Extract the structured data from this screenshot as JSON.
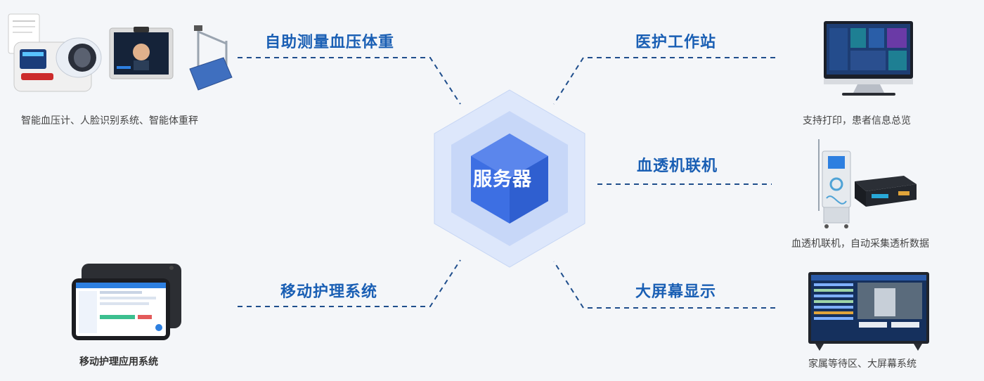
{
  "hub": {
    "label": "服务器"
  },
  "branches": {
    "bp": {
      "label": "自助测量血压体重",
      "caption": "智能血压计、人脸识别系统、智能体重秤"
    },
    "nurse": {
      "label": "医护工作站",
      "caption": "支持打印，患者信息总览"
    },
    "dialysis": {
      "label": "血透机联机",
      "caption": "血透机联机，自动采集透析数据"
    },
    "mobile": {
      "label": "移动护理系统",
      "caption": "移动护理应用系统"
    },
    "screen": {
      "label": "大屏幕显示",
      "caption": "家属等待区、大屏幕系统"
    }
  },
  "colors": {
    "accent": "#1a5fb4",
    "dash": "#1f4e8c",
    "hub_core": "#3a6fe0",
    "hub_outer": "#cfdcf7"
  },
  "icons": {
    "bp": [
      "blood-pressure-monitor-icon",
      "face-recognition-terminal-icon",
      "smart-scale-icon"
    ],
    "nurse": [
      "workstation-monitor-icon"
    ],
    "dialysis": [
      "dialysis-machine-icon",
      "data-collector-box-icon"
    ],
    "mobile": [
      "tablet-icon"
    ],
    "screen": [
      "large-display-icon"
    ]
  }
}
